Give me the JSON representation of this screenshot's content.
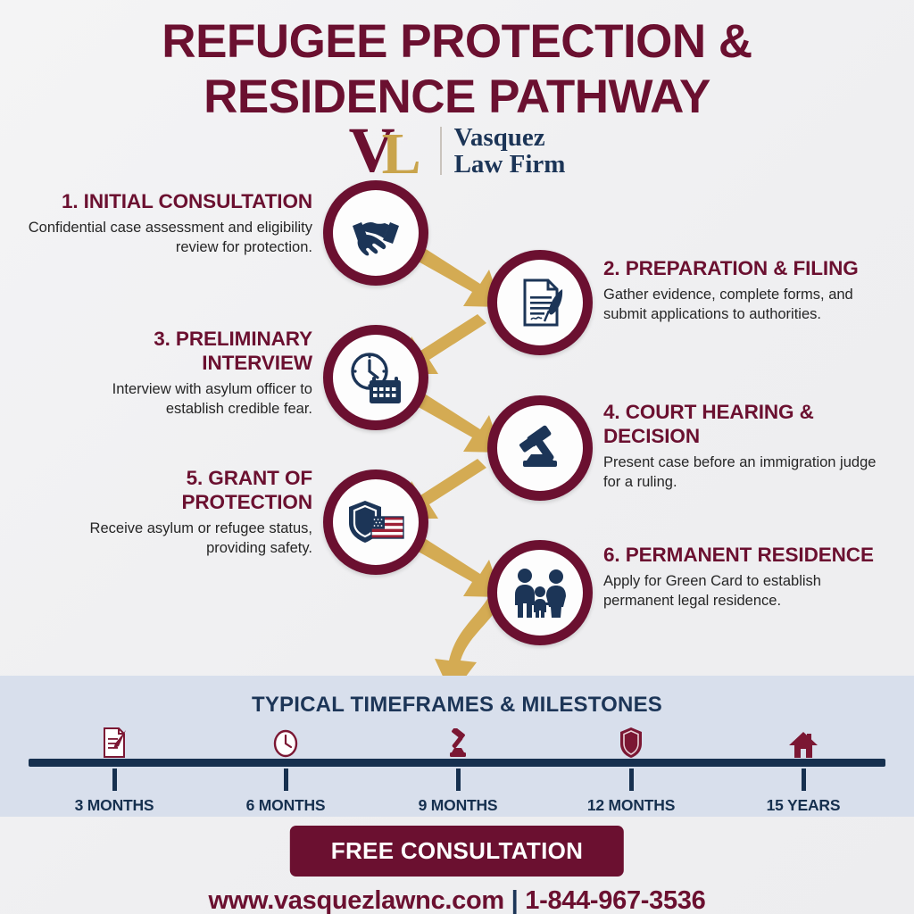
{
  "title": {
    "line1": "REFUGEE PROTECTION &",
    "line2": "RESIDENCE PATHWAY"
  },
  "logo": {
    "mono_v": "V",
    "mono_l": "L",
    "name_line1": "Vasquez",
    "name_line2": "Law Firm"
  },
  "colors": {
    "maroon": "#6B1030",
    "navy": "#1C3557",
    "gold": "#D4AB53",
    "band": "#D8DFEC",
    "background": "#F2F2F2"
  },
  "steps": [
    {
      "number": "1.",
      "title": "1. INITIAL CONSULTATION",
      "desc": "Confidential case assessment and eligibility review for protection.",
      "icon": "handshake-icon",
      "side": "left"
    },
    {
      "number": "2.",
      "title": "2. PREPARATION & FILING",
      "desc": "Gather evidence, complete forms, and submit applications to authorities.",
      "icon": "document-quill-icon",
      "side": "right"
    },
    {
      "number": "3.",
      "title": "3. PRELIMINARY INTERVIEW",
      "desc": "Interview with asylum officer to establish credible fear.",
      "icon": "clock-calendar-icon",
      "side": "left"
    },
    {
      "number": "4.",
      "title": "4. COURT HEARING & DECISION",
      "desc": "Present case before an immigration judge for a ruling.",
      "icon": "gavel-icon",
      "side": "right"
    },
    {
      "number": "5.",
      "title": "5. GRANT OF PROTECTION",
      "desc": "Receive asylum or refugee status, providing safety.",
      "icon": "shield-flag-icon",
      "side": "left"
    },
    {
      "number": "6.",
      "title": "6. PERMANENT RESIDENCE",
      "desc": "Apply for Green Card to establish permanent legal residence.",
      "icon": "family-icon",
      "side": "right"
    }
  ],
  "timeline": {
    "title": "TYPICAL TIMEFRAMES & MILESTONES",
    "items": [
      {
        "label": "3 MONTHS",
        "icon": "document-pen-icon"
      },
      {
        "label": "6 MONTHS",
        "icon": "clock-icon"
      },
      {
        "label": "9 MONTHS",
        "icon": "gavel-icon"
      },
      {
        "label": "12 MONTHS",
        "icon": "shield-icon"
      },
      {
        "label": "15 YEARS",
        "icon": "house-icon"
      }
    ]
  },
  "footer": {
    "cta_label": "FREE CONSULTATION",
    "website": "www.vasquezlawnc.com",
    "separator": "|",
    "phone": "1-844-967-3536"
  }
}
